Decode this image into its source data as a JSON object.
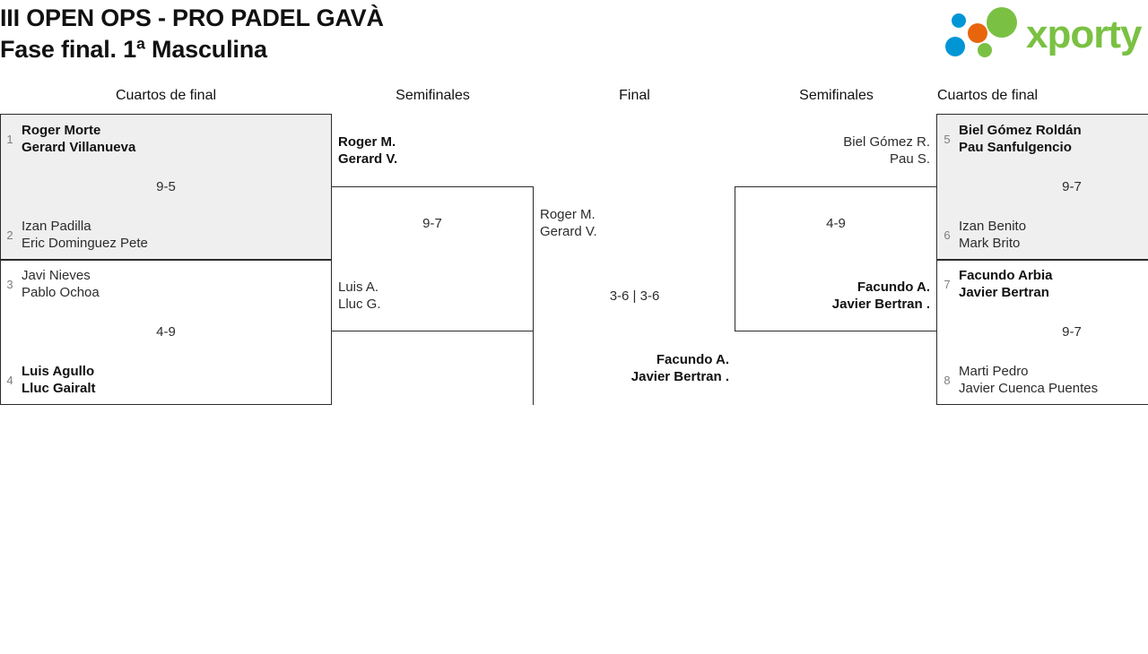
{
  "header": {
    "title_line1": "III OPEN OPS - PRO PADEL GAVÀ",
    "title_line2": "Fase final. 1ª Masculina",
    "logo_text": "xporty",
    "logo_colors": {
      "green": "#7ac143",
      "blue": "#0096d6",
      "orange": "#e8650d"
    }
  },
  "rounds": [
    {
      "id": "qf-left",
      "label": "Cuartos de final"
    },
    {
      "id": "sf-left",
      "label": "Semifinales"
    },
    {
      "id": "final",
      "label": "Final"
    },
    {
      "id": "sf-right",
      "label": "Semifinales"
    },
    {
      "id": "qf-right",
      "label": "Cuartos de final"
    }
  ],
  "bracket": {
    "qf1": {
      "score": "9-5",
      "top": {
        "seed": "1",
        "p1": "Roger Morte",
        "p2": "Gerard Villanueva",
        "winner": true
      },
      "bottom": {
        "seed": "2",
        "p1": "Izan Padilla",
        "p2": "Eric Dominguez Pete",
        "winner": false
      }
    },
    "qf2": {
      "score": "4-9",
      "top": {
        "seed": "3",
        "p1": "Javi Nieves",
        "p2": "Pablo Ochoa",
        "winner": false
      },
      "bottom": {
        "seed": "4",
        "p1": "Luis Agullo",
        "p2": "Lluc Gairalt",
        "winner": true
      }
    },
    "qf3": {
      "score": "9-7",
      "top": {
        "seed": "5",
        "p1": "Biel Gómez Roldán",
        "p2": "Pau Sanfulgencio",
        "winner": true
      },
      "bottom": {
        "seed": "6",
        "p1": "Izan Benito",
        "p2": "Mark Brito",
        "winner": false
      }
    },
    "qf4": {
      "score": "9-7",
      "top": {
        "seed": "7",
        "p1": "Facundo Arbia",
        "p2": "Javier Bertran",
        "winner": true
      },
      "bottom": {
        "seed": "8",
        "p1": "Marti Pedro",
        "p2": "Javier Cuenca Puentes",
        "winner": false
      }
    },
    "sf1": {
      "score": "9-7",
      "top": {
        "p1": "Roger M.",
        "p2": "Gerard V.",
        "winner": true
      },
      "bottom": {
        "p1": "Luis A.",
        "p2": "Lluc G.",
        "winner": false
      }
    },
    "sf2": {
      "score": "4-9",
      "top": {
        "p1": "Biel Gómez R.",
        "p2": "Pau S.",
        "winner": false
      },
      "bottom": {
        "p1": "Facundo A.",
        "p2": "Javier Bertran .",
        "winner": true
      }
    },
    "final": {
      "score": "3-6 | 3-6",
      "left": {
        "p1": "Roger M.",
        "p2": "Gerard V.",
        "winner": false
      },
      "right": {
        "p1": "Facundo A.",
        "p2": "Javier Bertran .",
        "winner": true
      }
    }
  }
}
